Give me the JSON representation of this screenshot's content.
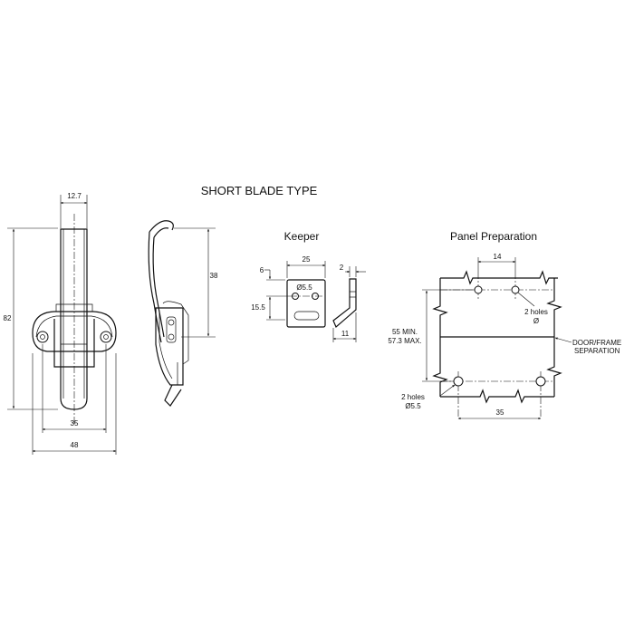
{
  "title": "SHORT BLADE TYPE",
  "side_view": {
    "dim_width_top": "12.7",
    "dim_height": "82",
    "dim_base_inner": "35",
    "dim_base_outer": "48"
  },
  "profile_view": {
    "dim_height": "38"
  },
  "keeper": {
    "label": "Keeper",
    "dim_width": "25",
    "dim_offset": "6",
    "dim_hole": "Ø5.5",
    "dim_height": "15.5",
    "dim_thickness": "2",
    "dim_depth": "11"
  },
  "panel": {
    "label": "Panel Preparation",
    "dim_top_spacing": "14",
    "top_holes_note_1": "2 holes",
    "top_holes_note_2": "Ø",
    "dim_height_1": "55 MIN.",
    "dim_height_2": "57.3 MAX.",
    "separation_1": "DOOR/FRAME",
    "separation_2": "SEPARATION",
    "bottom_holes_note_1": "2 holes",
    "bottom_holes_note_2": "Ø5.5",
    "dim_bottom_spacing": "35"
  }
}
